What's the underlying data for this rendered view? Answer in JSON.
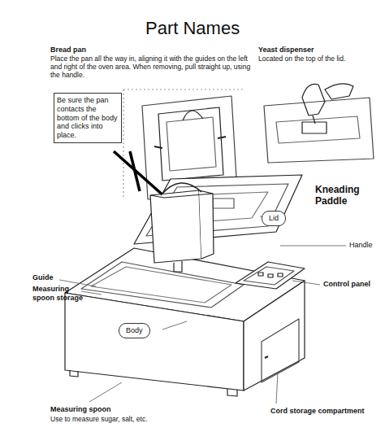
{
  "diagram": {
    "title": "Part Names",
    "nodes": [
      {
        "text": [
          "Be sure the pan contacts the bottom of the body and clicks into place."
        ]
      },
      {
        "text": [
          "Lid"
        ]
      },
      {
        "text": [
          "Body"
        ]
      }
    ],
    "labels": [
      "Bread pan",
      "Place the pan all the way in, aligning it with the guides on the left and right of the oven area. When removing, pull straight up, using the handle.",
      "Yeast dispenser",
      "Located on the top of the lid.",
      "Kneading Paddle",
      "Handle",
      "Guide",
      "Measuring spoon storage",
      "Control panel",
      "Measuring spoon",
      "Use to measure sugar, salt, etc.",
      "Cord storage compartment"
    ]
  }
}
